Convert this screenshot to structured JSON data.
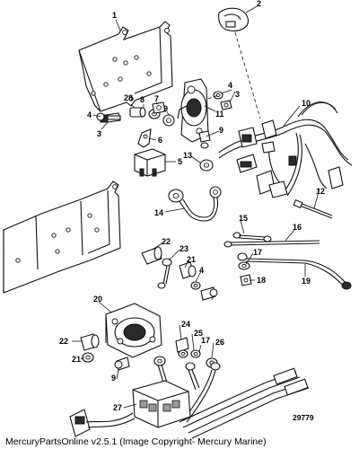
{
  "diagram": {
    "reference_number": "29779",
    "callouts": [
      {
        "id": "c1",
        "label": "1"
      },
      {
        "id": "c2",
        "label": "2"
      },
      {
        "id": "c3a",
        "label": "3"
      },
      {
        "id": "c3b",
        "label": "3"
      },
      {
        "id": "c4a",
        "label": "4"
      },
      {
        "id": "c4b",
        "label": "4"
      },
      {
        "id": "c4c",
        "label": "4"
      },
      {
        "id": "c5",
        "label": "5"
      },
      {
        "id": "c6",
        "label": "6"
      },
      {
        "id": "c7",
        "label": "7"
      },
      {
        "id": "c8",
        "label": "8"
      },
      {
        "id": "c9a",
        "label": "9"
      },
      {
        "id": "c9b",
        "label": "9"
      },
      {
        "id": "c9c",
        "label": "9"
      },
      {
        "id": "c10",
        "label": "10"
      },
      {
        "id": "c11",
        "label": "11"
      },
      {
        "id": "c12",
        "label": "12"
      },
      {
        "id": "c13",
        "label": "13"
      },
      {
        "id": "c14",
        "label": "14"
      },
      {
        "id": "c15",
        "label": "15"
      },
      {
        "id": "c16",
        "label": "16"
      },
      {
        "id": "c17a",
        "label": "17"
      },
      {
        "id": "c17b",
        "label": "17"
      },
      {
        "id": "c18",
        "label": "18"
      },
      {
        "id": "c19",
        "label": "19"
      },
      {
        "id": "c20",
        "label": "20"
      },
      {
        "id": "c21a",
        "label": "21"
      },
      {
        "id": "c21b",
        "label": "21"
      },
      {
        "id": "c22a",
        "label": "22"
      },
      {
        "id": "c22b",
        "label": "22"
      },
      {
        "id": "c23",
        "label": "23"
      },
      {
        "id": "c24",
        "label": "24"
      },
      {
        "id": "c25",
        "label": "25"
      },
      {
        "id": "c26",
        "label": "26"
      },
      {
        "id": "c27",
        "label": "27"
      },
      {
        "id": "c28",
        "label": "28"
      }
    ]
  },
  "footer": {
    "copyright": "MercuryPartsOnline v2.5.1 (Image Copyright- Mercury Marine)"
  }
}
